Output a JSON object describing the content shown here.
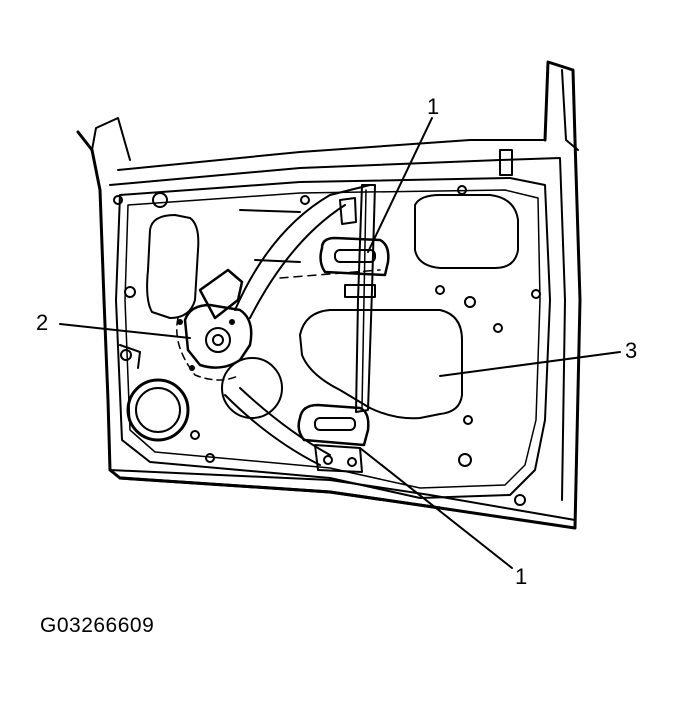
{
  "callouts": {
    "top_1": "1",
    "left_2": "2",
    "right_3": "3",
    "bottom_1": "1"
  },
  "figure_id": "G03266609",
  "colors": {
    "ink": "#000000",
    "background": "#ffffff"
  }
}
